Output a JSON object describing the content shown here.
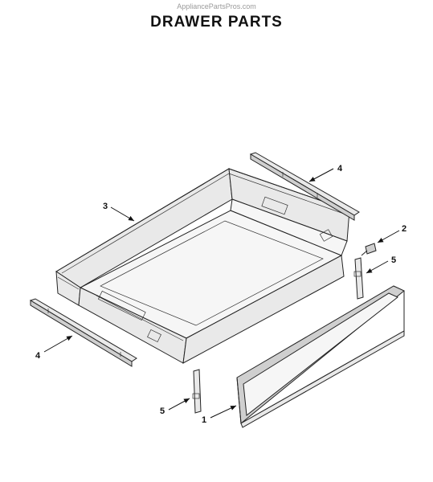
{
  "watermark": "AppliancePartsPros.com",
  "title": "DRAWER PARTS",
  "callouts": {
    "panel": "1",
    "screw": "2",
    "drawer_body": "3",
    "rail_right": "4",
    "rail_left": "4",
    "glide_right": "5",
    "glide_left": "5"
  }
}
